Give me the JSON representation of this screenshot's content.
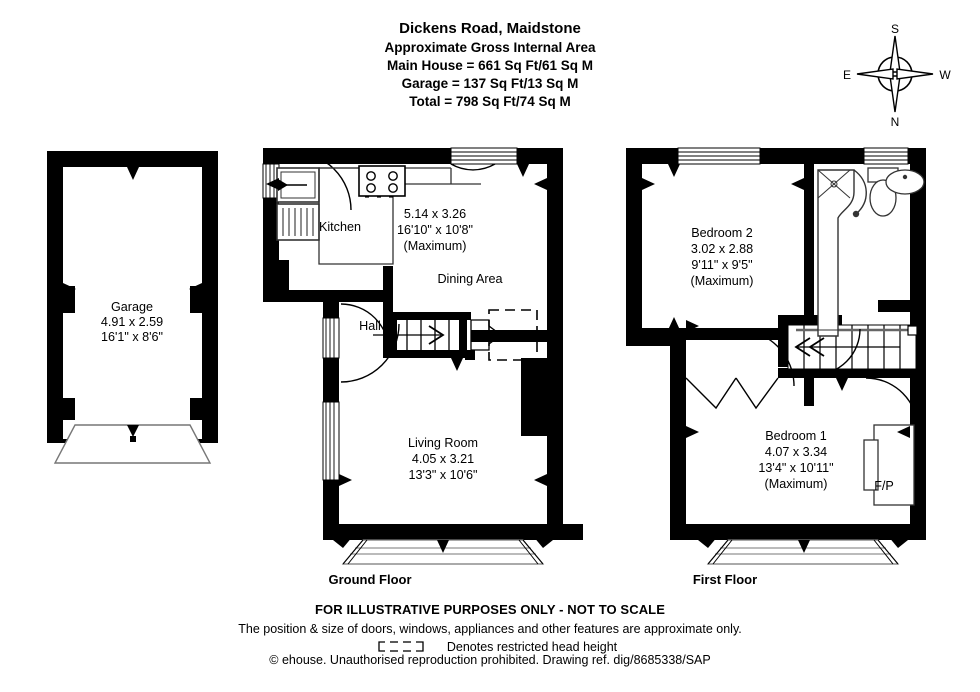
{
  "header": {
    "title": "Dickens Road, Maidstone",
    "subtitle": "Approximate Gross Internal Area",
    "main_house": "Main House = 661 Sq Ft/61 Sq M",
    "garage": "Garage = 137 Sq Ft/13 Sq M",
    "total": "Total = 798 Sq Ft/74 Sq M"
  },
  "compass": {
    "top": "S",
    "bottom": "N",
    "left": "E",
    "right": "W"
  },
  "floors": {
    "ground_label": "Ground Floor",
    "first_label": "First Floor"
  },
  "rooms": {
    "garage": {
      "name": "Garage",
      "metric": "4.91 x 2.59",
      "imperial": "16'1\" x 8'6\"",
      "note": ""
    },
    "kitchen": {
      "name": "Kitchen",
      "metric": "5.14 x 3.26",
      "imperial": "16'10\" x 10'8\"",
      "note": "(Maximum)"
    },
    "dining_area": {
      "name": "Dining Area"
    },
    "hall": {
      "name": "Hall"
    },
    "living_room": {
      "name": "Living Room",
      "metric": "4.05 x 3.21",
      "imperial": "13'3\" x 10'6\"",
      "note": ""
    },
    "bedroom_2": {
      "name": "Bedroom 2",
      "metric": "3.02 x 2.88",
      "imperial": "9'11\" x 9'5\"",
      "note": "(Maximum)"
    },
    "bedroom_1": {
      "name": "Bedroom 1",
      "metric": "4.07 x 3.34",
      "imperial": "13'4\" x 10'11\"",
      "note": "(Maximum)"
    },
    "fireplace": {
      "label": "F/P"
    }
  },
  "footer": {
    "line1": "FOR ILLUSTRATIVE PURPOSES ONLY - NOT TO SCALE",
    "line2": "The position & size of doors, windows, appliances and other features are approximate only.",
    "line3": "Denotes restricted head height",
    "line4": "© ehouse. Unauthorised reproduction prohibited. Drawing ref. dig/8685338/SAP"
  },
  "colors": {
    "wall": "#000000",
    "background": "#ffffff",
    "line": "#555555",
    "fixture_stroke": "#444444"
  }
}
